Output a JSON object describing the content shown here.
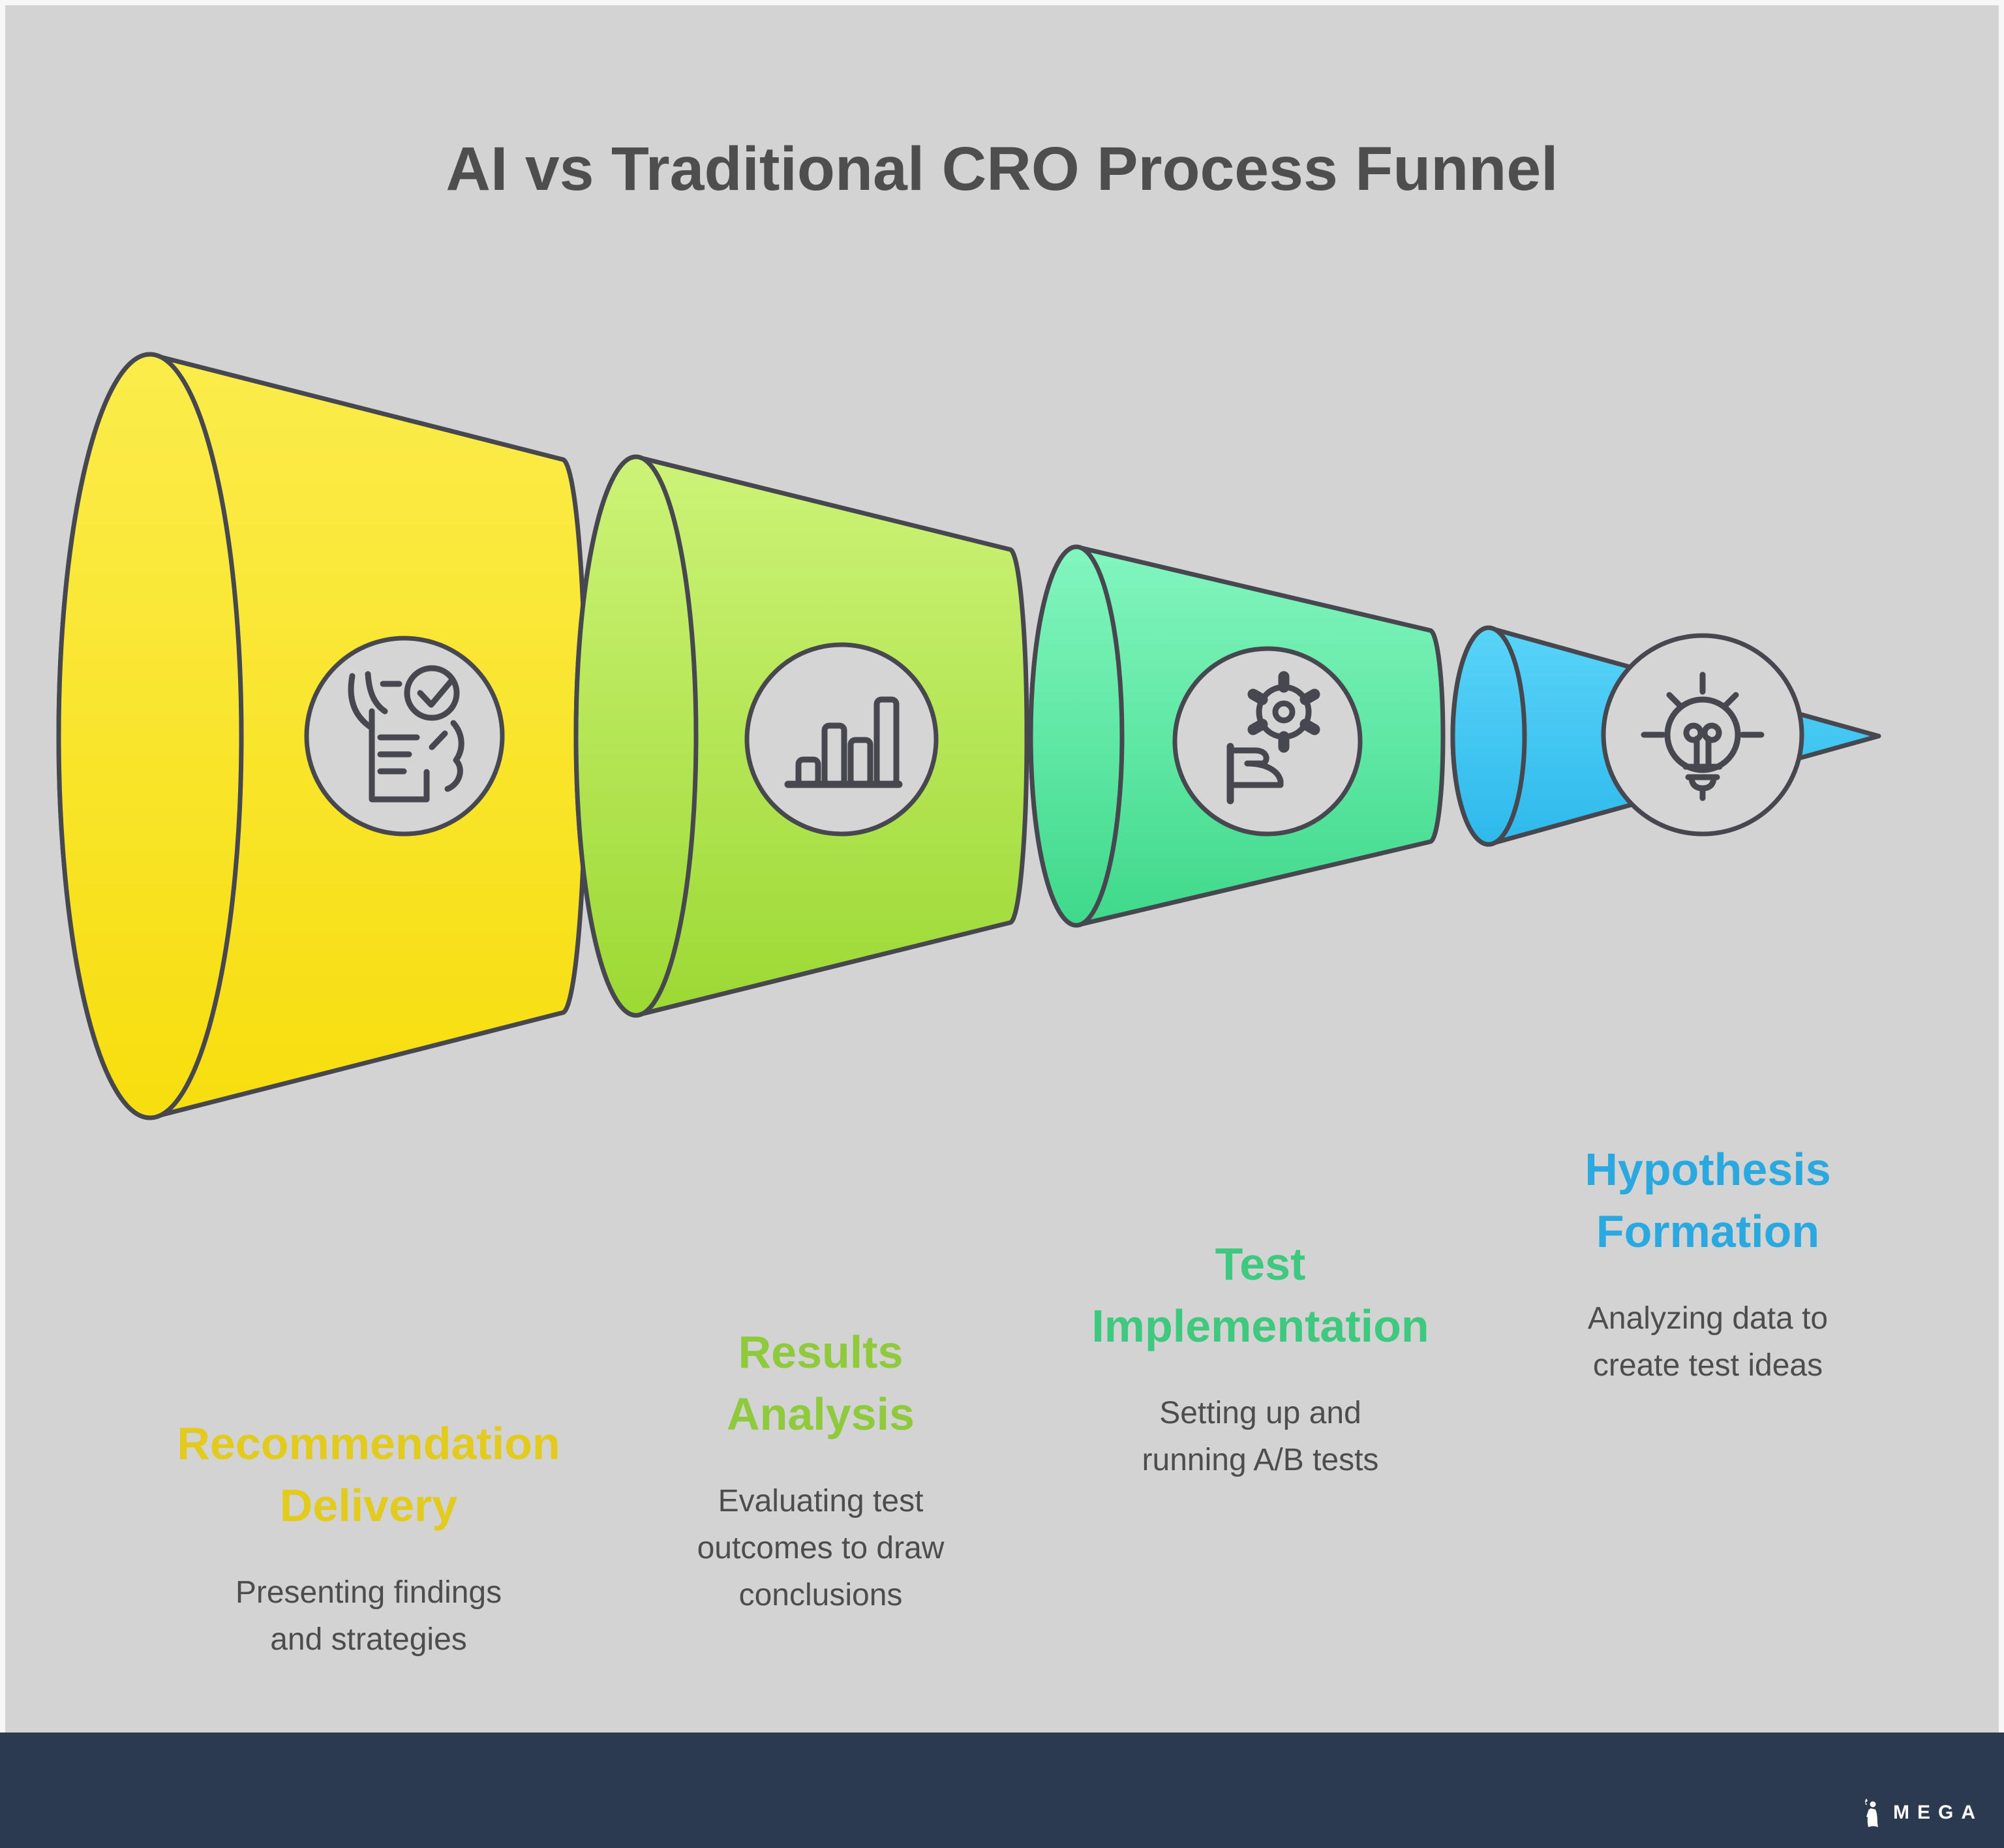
{
  "title": "AI vs Traditional CRO Process Funnel",
  "stages": [
    {
      "name": "Recommendation Delivery",
      "name_lines": [
        "Recommendation",
        "Delivery"
      ],
      "description": "Presenting findings and strategies",
      "desc_lines": [
        "Presenting findings",
        "and strategies"
      ],
      "label_color": "#E2CB1D",
      "fill_top": "#FBEC4B",
      "fill_bottom": "#F7DE0E",
      "icon": "report-hands-check-icon"
    },
    {
      "name": "Results Analysis",
      "name_lines": [
        "Results",
        "Analysis"
      ],
      "description": "Evaluating test outcomes to draw conclusions",
      "desc_lines": [
        "Evaluating test",
        "outcomes to draw",
        "conclusions"
      ],
      "label_color": "#8FC93C",
      "fill_top": "#CDF377",
      "fill_bottom": "#9CD934",
      "icon": "bar-chart-icon"
    },
    {
      "name": "Test Implementation",
      "name_lines": [
        "Test",
        "Implementation"
      ],
      "description": "Setting up and running A/B tests",
      "desc_lines": [
        "Setting up and",
        "running A/B tests"
      ],
      "label_color": "#3EC97E",
      "fill_top": "#82F6BF",
      "fill_bottom": "#3FD98A",
      "icon": "gear-hand-icon"
    },
    {
      "name": "Hypothesis Formation",
      "name_lines": [
        "Hypothesis",
        "Formation"
      ],
      "description": "Analyzing data to create test ideas",
      "desc_lines": [
        "Analyzing data to",
        "create test ideas"
      ],
      "label_color": "#29A9E0",
      "fill_top": "#59D4F8",
      "fill_bottom": "#2EB9EC",
      "icon": "lightbulb-icon"
    }
  ],
  "footer": {
    "brand": "MEGA"
  },
  "colors": {
    "page_border": "#F7F7F8",
    "canvas_bg": "#D3D3D4",
    "outline": "#47474F",
    "title_text": "#4E4E4E",
    "desc_text": "#4D4D4D",
    "icon_circle_fill": "#D5D5D6",
    "footer_bg": "#2B3A4E",
    "footer_text": "#FFFFFF"
  }
}
